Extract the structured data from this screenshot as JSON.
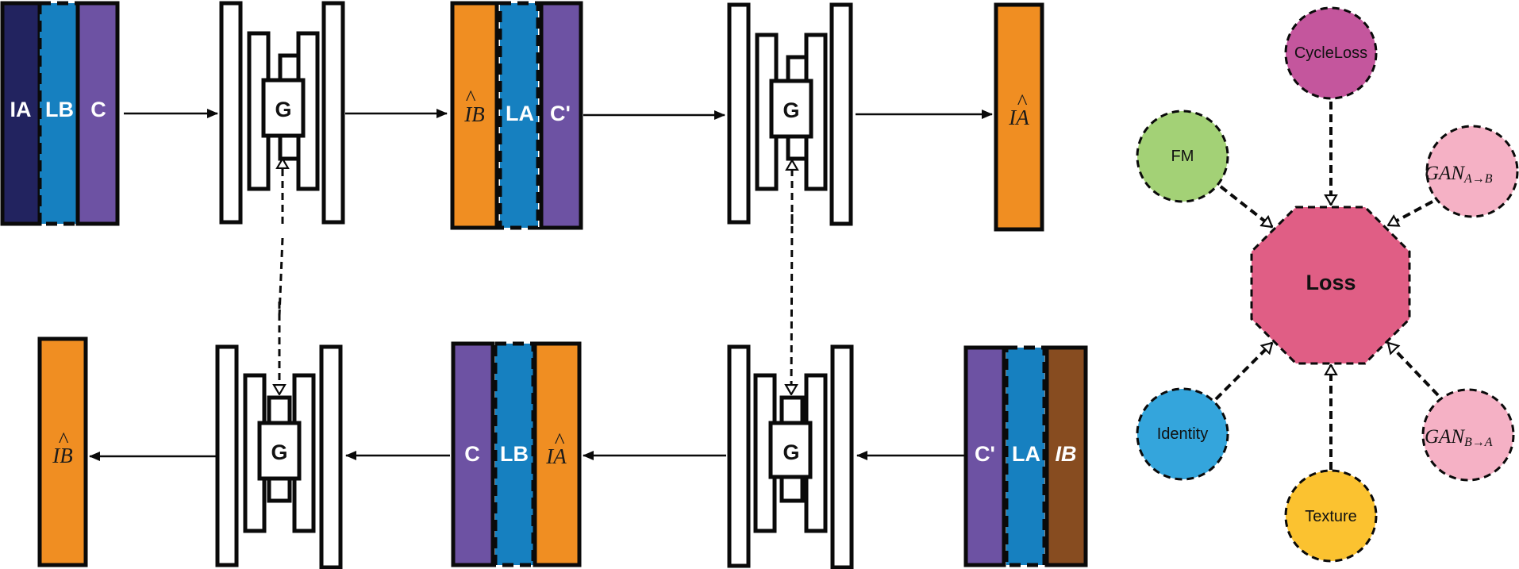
{
  "colors": {
    "navy": "#22235f",
    "blue": "#1680c0",
    "purple": "#6d52a3",
    "orange": "#f08e22",
    "brown": "#874c20",
    "cycle_loss": "#c4569d",
    "fm": "#a3d176",
    "gan": "#f5b1c5",
    "loss": "#e05e85",
    "identity": "#34a5dc",
    "texture": "#fbc230"
  },
  "top_row": {
    "input_stack": [
      "IA",
      "LB",
      "C"
    ],
    "generator_1": "G",
    "mid_stack": {
      "hat": "IB",
      "segs": [
        "LA",
        "C'"
      ]
    },
    "generator_2": "G",
    "output": {
      "hat": "IA"
    }
  },
  "bottom_row": {
    "output": {
      "hat": "IB"
    },
    "generator_1": "G",
    "mid_stack": {
      "segs": [
        "C",
        "LB"
      ],
      "hat": "IA"
    },
    "generator_2": "G",
    "input_stack": [
      "C'",
      "LA",
      "IB"
    ]
  },
  "loss_graph": {
    "center": "Loss",
    "nodes": {
      "cycle_loss": "CycleLoss",
      "fm": "FM",
      "gan_ab": {
        "base": "GAN",
        "sub": "A→B"
      },
      "identity": "Identity",
      "texture": "Texture",
      "gan_ba": {
        "base": "GAN",
        "sub": "B→A"
      }
    }
  }
}
